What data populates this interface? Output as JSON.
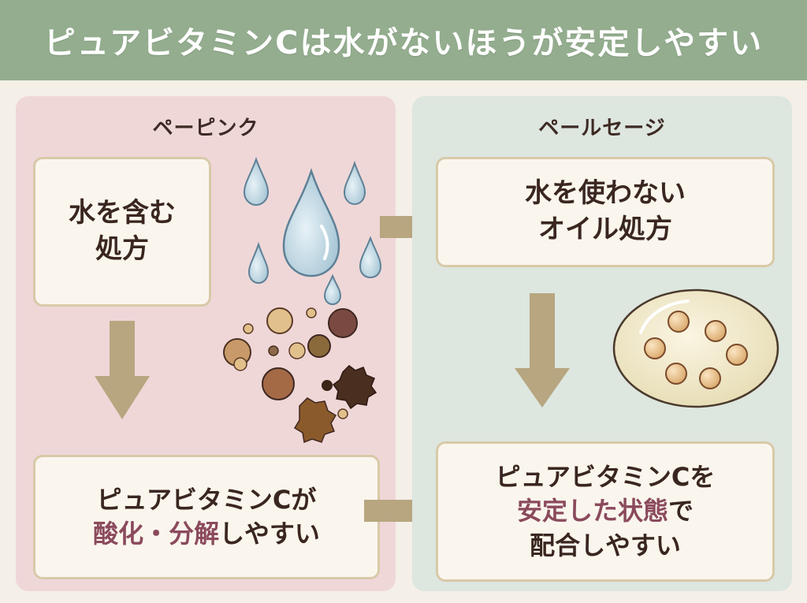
{
  "header": {
    "title": "ピュアビタミンCは水がないほうが安定しやすい"
  },
  "left": {
    "label": "ペーピンク",
    "box_top": {
      "line1": "水を含む",
      "line2": "処方"
    },
    "box_bottom": {
      "line1": "ピュアビタミンCが",
      "line2_accent": "酸化・分解",
      "line2_rest": "しやすい"
    }
  },
  "right": {
    "label": "ペールセージ",
    "box_top": {
      "line1": "水を使わない",
      "line2": "オイル処方"
    },
    "box_bottom": {
      "line1": "ピュアビタミンCを",
      "line2_accent": "安定した状態",
      "line2_rest": "で",
      "line3": "配合しやすい"
    }
  },
  "colors": {
    "header_bg": "#93ad8e",
    "left_panel": "#efd7d8",
    "right_panel": "#dde6df",
    "arrow": "#b7a680",
    "accent_text": "#8b4a5c",
    "box_border": "#d8c9a8"
  },
  "icons": [
    "water-drops-icon",
    "oxidized-particles-icon",
    "oil-droplet-icon",
    "arrow-down-icon",
    "arrow-right-icon"
  ]
}
